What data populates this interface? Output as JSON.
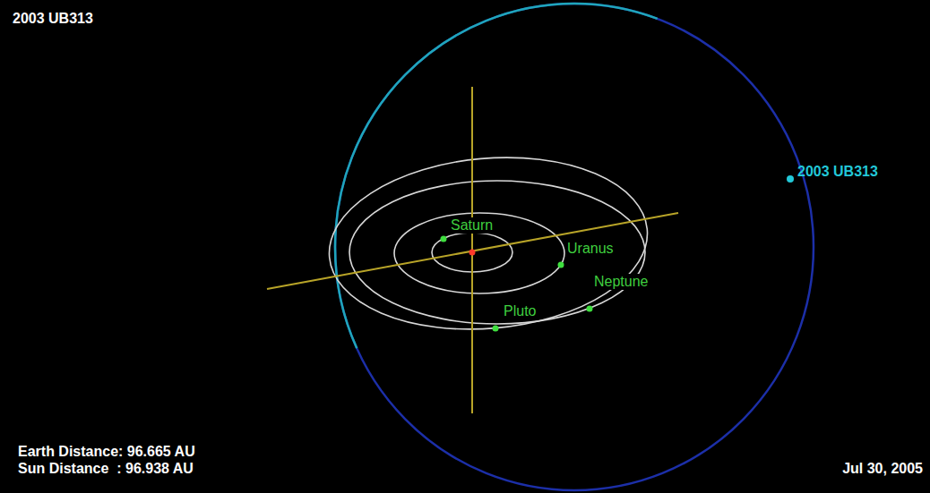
{
  "diagram": {
    "title": "2003 UB313",
    "labels": [
      "Saturn",
      "Uranus",
      "Neptune",
      "Pluto",
      "2003 UB313",
      "Earth Distance: 96.665 AU",
      "Sun Distance  : 96.938 AU",
      "Jul 30, 2005"
    ]
  }
}
